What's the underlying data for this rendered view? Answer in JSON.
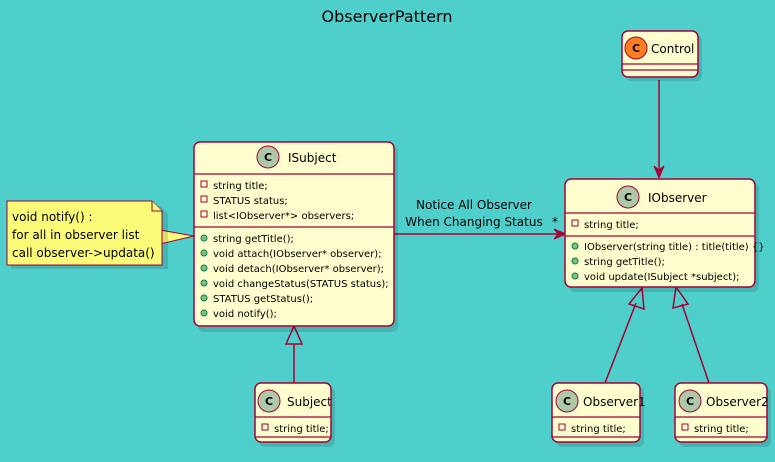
{
  "diagram": {
    "title": "ObserverPattern",
    "classes": {
      "isubject": {
        "name": "ISubject",
        "fields": [
          "string title;",
          "STATUS status;",
          "list<IObserver*> observers;"
        ],
        "methods": [
          "string getTitle();",
          "void attach(IObserver* observer);",
          "void detach(IObserver* observer);",
          "void changeStatus(STATUS status);",
          "STATUS getStatus();",
          "void notify();"
        ]
      },
      "iobserver": {
        "name": "IObserver",
        "fields": [
          "string title;"
        ],
        "methods": [
          "IObserver(string title) : title(title) {}",
          "string getTitle();",
          "void update(ISubject *subject);"
        ]
      },
      "control": {
        "name": "Control",
        "fields": [],
        "methods": []
      },
      "subject": {
        "name": "Subject",
        "fields": [
          "string title;"
        ],
        "methods": []
      },
      "observer1": {
        "name": "Observer1",
        "fields": [
          "string title;"
        ],
        "methods": []
      },
      "observer2": {
        "name": "Observer2",
        "fields": [
          "string title;"
        ],
        "methods": []
      }
    },
    "note": {
      "lines": [
        "void notify() :",
        "for all in observer list",
        "call observer->updata()"
      ]
    },
    "association": {
      "label_line1": "Notice All Observer",
      "label_line2": "When Changing Status",
      "multiplicity": "*"
    },
    "class_letter": "C",
    "colors": {
      "background": "#4ecfcb",
      "class_fill": "#fefece",
      "border": "#a80036",
      "note_fill": "#fbfb77",
      "class_icon": "#adc9a8",
      "control_icon": "#ff7f20"
    }
  }
}
